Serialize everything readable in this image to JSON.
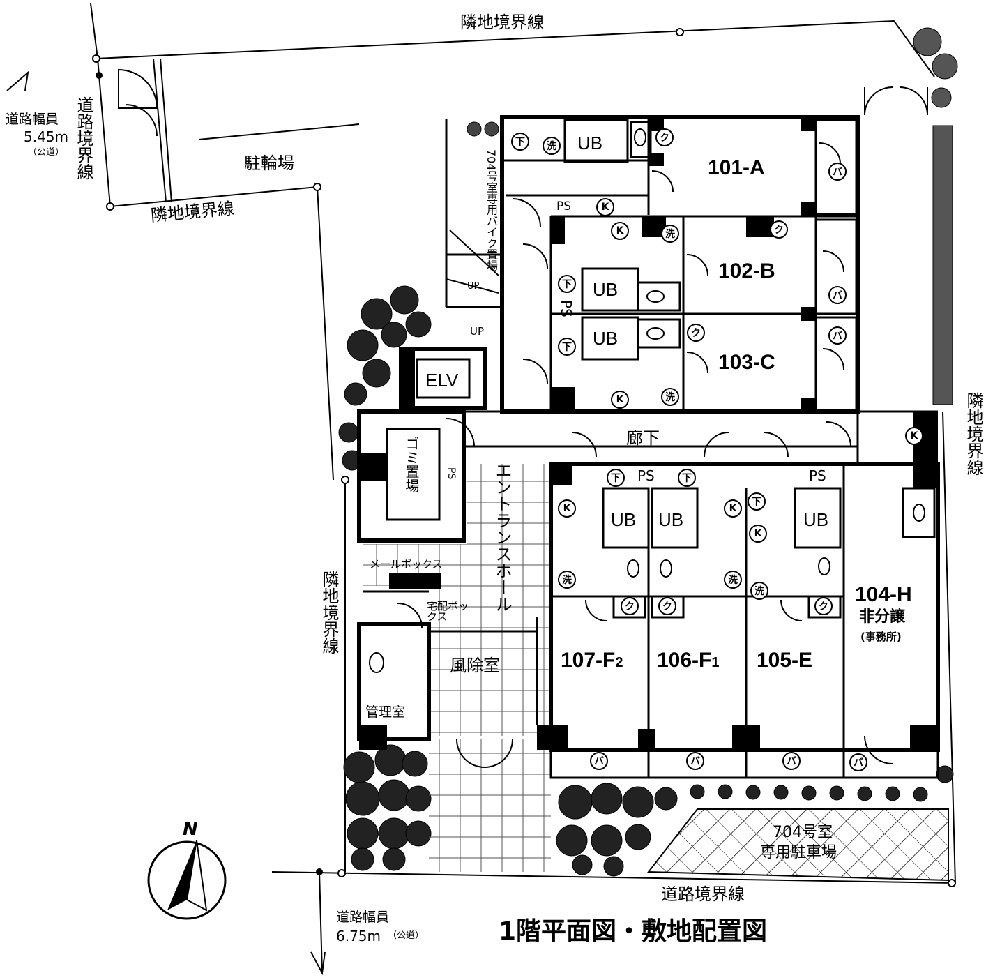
{
  "boundary": {
    "top": "隣地境界線",
    "left_mid": "隣地境界線",
    "left_lower": "隣地境界線",
    "right": "隣地境界線",
    "road_left": "道路境界線",
    "road_bottom": "道路境界線"
  },
  "road_width_left": {
    "label": "道路幅員",
    "value": "5.45m",
    "note": "（公道）"
  },
  "road_width_bottom": {
    "label": "道路幅員",
    "value": "6.75m",
    "note": "（公道）"
  },
  "areas": {
    "bicycle": "駐輪場",
    "bike_parking": "704号室専用バイク置場",
    "elevator": "ELV",
    "garbage": "ゴミ置場",
    "corridor": "廊下",
    "entrance_hall": "エントランスホール",
    "mailbox": "メールボックス",
    "delivery_box": "宅配ボックス",
    "windbreak": "風除室",
    "management": "管理室",
    "parking_line1": "704号室",
    "parking_line2": "専用駐車場",
    "up": "UP"
  },
  "rooms": {
    "r101": "101-A",
    "r102": "102-B",
    "r103": "103-C",
    "r104": "104-H",
    "r104_sub": "非分譲",
    "r104_note": "(事務所)",
    "r105": "105-E",
    "r106_main": "106-F",
    "r106_sub": "1",
    "r107_main": "107-F",
    "r107_sub": "2"
  },
  "fixtures": {
    "ub": "UB",
    "ps": "PS",
    "k": "K",
    "wash": "洗",
    "closet": "ク",
    "balcony": "バ",
    "shoe": "下"
  },
  "compass": "N",
  "title": "1階平面図・敷地配置図"
}
